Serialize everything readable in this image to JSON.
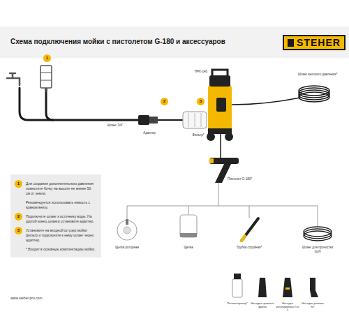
{
  "diagram": {
    "title": "Схема подключения мойки с пистолетом G-180 и аксессуаров",
    "nodes": [
      {
        "text": [
          "STEHER"
        ]
      },
      {
        "text": [
          "Для создания дополнительного давления поместите бочку на высоте не менее 50 см от земли.",
          "Рекомендуется использовать емкость с краном внизу.",
          "Подключите шланг к источнику воды. На другой конец шланга установите адаптер.",
          "Установите на входной штуцер мойки фильтр и подключите к нему шланг через адаптер.",
          "* Входит в основную комплектацию мойки."
        ]
      }
    ],
    "labels": [
      "1",
      "Шланг 3/4\"",
      "2",
      "Адаптер",
      "3",
      "Фильтр*",
      "HPK-140",
      "Шланг высокого давления*",
      "Пистолет G-180*",
      "Щетка роторная",
      "Щетка",
      "Трубка струйная*",
      "Шланг для прочистки труб",
      "Пеногенератор*",
      "Насадка грязевая фреза",
      "Насадка регулируемая 5 в 1",
      "Насадка угловая 90°",
      "1",
      "2",
      "3",
      "www.steher-pro.com"
    ]
  }
}
